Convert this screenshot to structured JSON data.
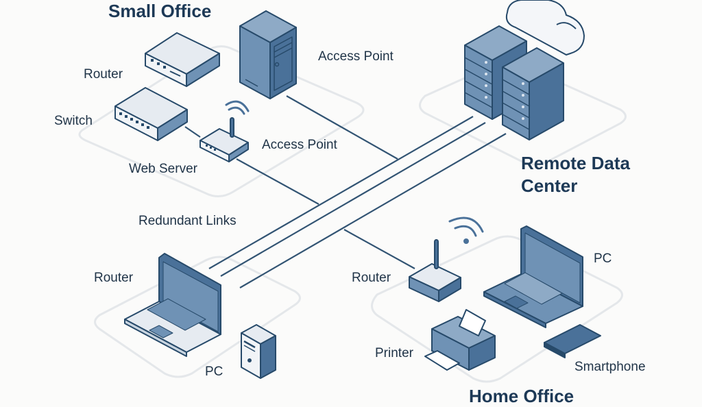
{
  "diagram": {
    "colors": {
      "background": "#fbfbfa",
      "stroke": "#274a6a",
      "device_dark": "#4a7199",
      "device_mid": "#6f92b5",
      "device_light": "#e6ebf1",
      "link": "#325473",
      "zone": "#e4e7ea",
      "title": "#1d3956",
      "label": "#1f3347"
    },
    "zones": {
      "small_office": {
        "title": "Small Office",
        "labels": {
          "router": "Router",
          "switch": "Switch",
          "web_server": "Web Server",
          "access_point_1": "Access Point",
          "access_point_2": "Access Point"
        }
      },
      "remote_data_center": {
        "title_line1": "Remote Data",
        "title_line2": "Center"
      },
      "branch": {
        "labels": {
          "redundant_links": "Redundant Links",
          "router": "Router",
          "pc": "PC"
        }
      },
      "home_office": {
        "title": "Home Office",
        "labels": {
          "router": "Router",
          "pc": "PC",
          "printer": "Printer",
          "smartphone": "Smartphone"
        }
      }
    }
  }
}
